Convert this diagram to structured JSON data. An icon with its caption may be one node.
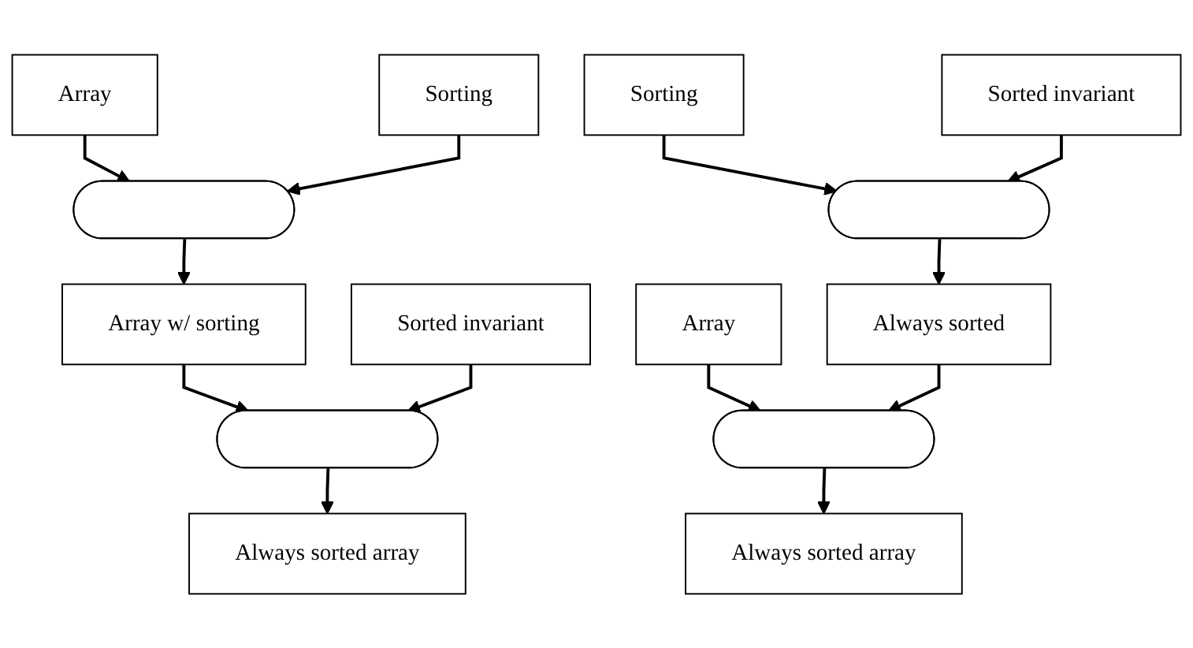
{
  "diagram": {
    "nodes": [
      {
        "text": [
          "Array"
        ]
      },
      {
        "text": [
          "Sorting"
        ]
      },
      {
        "text": [],
        "shape": "ellipse"
      },
      {
        "text": [
          "Array w/ sorting"
        ]
      },
      {
        "text": [
          "Sorted invariant"
        ]
      },
      {
        "text": [],
        "shape": "ellipse"
      },
      {
        "text": [
          "Always sorted array"
        ]
      },
      {
        "text": [
          "Sorting"
        ]
      },
      {
        "text": [
          "Sorted invariant"
        ]
      },
      {
        "text": [],
        "shape": "ellipse"
      },
      {
        "text": [
          "Array"
        ]
      },
      {
        "text": [
          "Always sorted"
        ]
      },
      {
        "text": [],
        "shape": "ellipse"
      },
      {
        "text": [
          "Always sorted array"
        ]
      }
    ],
    "edges": [
      {
        "from": 0,
        "to": 2,
        "arrow": "to"
      },
      {
        "from": 1,
        "to": 2,
        "arrow": "to"
      },
      {
        "from": 2,
        "to": 3,
        "arrow": "to"
      },
      {
        "from": 3,
        "to": 5,
        "arrow": "to"
      },
      {
        "from": 4,
        "to": 5,
        "arrow": "to"
      },
      {
        "from": 5,
        "to": 6,
        "arrow": "to"
      },
      {
        "from": 7,
        "to": 9,
        "arrow": "to"
      },
      {
        "from": 8,
        "to": 9,
        "arrow": "to"
      },
      {
        "from": 9,
        "to": 11,
        "arrow": "to"
      },
      {
        "from": 10,
        "to": 12,
        "arrow": "to"
      },
      {
        "from": 11,
        "to": 12,
        "arrow": "to"
      },
      {
        "from": 12,
        "to": 13,
        "arrow": "to"
      }
    ]
  }
}
